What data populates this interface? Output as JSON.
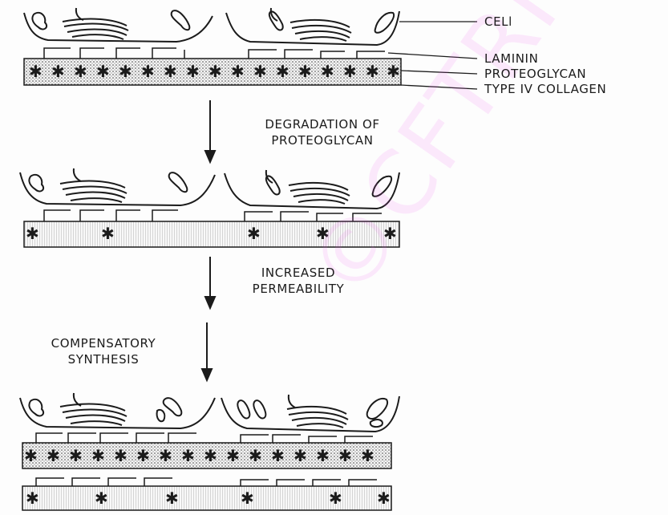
{
  "labels": {
    "cell": "CELl",
    "laminin": "LAMININ",
    "proteoglycan": "PROTEOGLYCAN",
    "collagen": "TYPE IV COLLAGEN"
  },
  "steps": {
    "degradation": [
      "DEGRADATION OF",
      "PROTEOGLYCAN"
    ],
    "permeability": [
      "INCREASED",
      "PERMEABILITY"
    ],
    "compensatory": [
      "COMPENSATORY",
      "SYNTHESIS"
    ]
  },
  "watermark": "©CFTRI",
  "colors": {
    "ink": "#1b1b1b",
    "background": "#fdfdfd",
    "watermark": "#f05af0"
  }
}
